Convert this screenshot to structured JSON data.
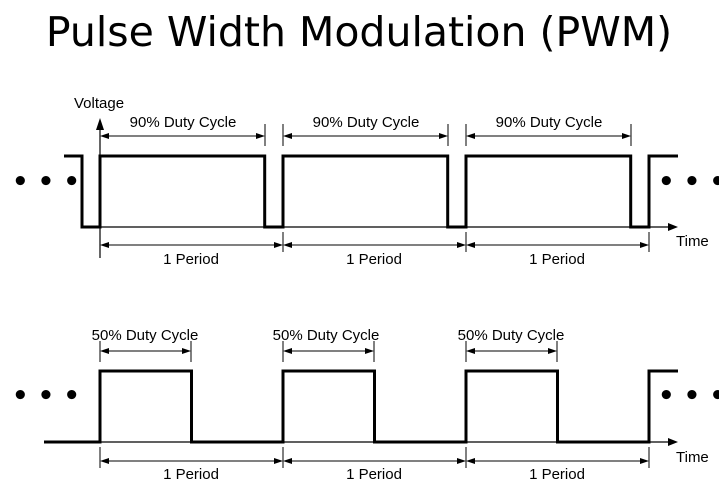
{
  "title": "Pulse Width Modulation (PWM)",
  "ellipsis": "• • •",
  "diagrams": [
    {
      "duty_percent": 90,
      "duty_label": "90% Duty Cycle",
      "period_label": "1 Period",
      "y_axis_label": "Voltage",
      "x_axis_label": "Time",
      "periods_shown": 3
    },
    {
      "duty_percent": 50,
      "duty_label": "50% Duty Cycle",
      "period_label": "1 Period",
      "y_axis_label": "",
      "x_axis_label": "Time",
      "periods_shown": 3
    }
  ]
}
